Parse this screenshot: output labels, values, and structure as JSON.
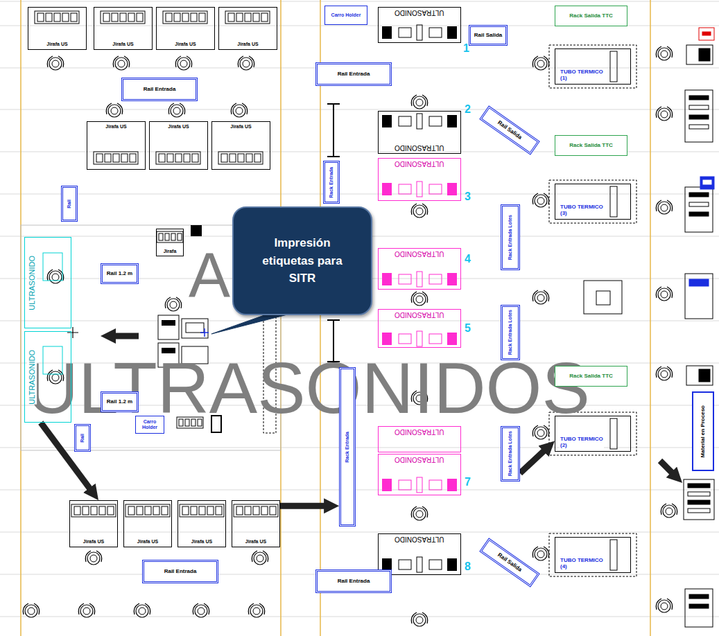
{
  "diagram": {
    "nodes": [
      {
        "text": [
          "Jirafa US"
        ]
      },
      {
        "text": [
          "Jirafa US"
        ]
      },
      {
        "text": [
          "Jirafa US"
        ]
      },
      {
        "text": [
          "Jirafa US"
        ]
      },
      {
        "text": [
          "Carro Holder"
        ]
      },
      {
        "text": [
          "ULTRASONIDO"
        ]
      },
      {
        "text": [
          "Rack Salida TTC"
        ]
      },
      {
        "text": [
          "Rail Salida"
        ]
      },
      {
        "text": [
          "TUBO TERMICO (1)"
        ]
      },
      {
        "text": [
          "Rail Entrada"
        ]
      },
      {
        "text": [
          "Rail Entrada"
        ]
      },
      {
        "text": [
          "Jirafa US"
        ]
      },
      {
        "text": [
          "Jirafa US"
        ]
      },
      {
        "text": [
          "Jirafa US"
        ]
      },
      {
        "text": [
          "ULTRASONIDO"
        ]
      },
      {
        "text": [
          "Rail Salida"
        ]
      },
      {
        "text": [
          "Rack Salida TTC"
        ]
      },
      {
        "text": [
          "ULTRASONIDO"
        ]
      },
      {
        "text": [
          "Rack Entrada"
        ]
      },
      {
        "text": [
          "Rail"
        ]
      },
      {
        "text": [
          "TUBO TERMICO (3)"
        ]
      },
      {
        "text": [
          "Rack Entrada Lotes"
        ]
      },
      {
        "text": [
          "Jirafa"
        ]
      },
      {
        "text": [
          "ULTRASONIDO"
        ]
      },
      {
        "text": [
          "Rail 1.2 m"
        ]
      },
      {
        "text": [
          "Impresión etiquetas para SITR"
        ]
      },
      {
        "text": [
          "ULTRASONIDO"
        ]
      },
      {
        "text": [
          "ULTRASONIDO"
        ]
      },
      {
        "text": [
          "Rack Entrada Lotes"
        ]
      },
      {
        "text": [
          "ULTRASONIDO"
        ]
      },
      {
        "text": [
          "Rack Salida TTC"
        ]
      },
      {
        "text": [
          "Rail 1.2 m"
        ]
      },
      {
        "text": [
          "Rack Entrada"
        ]
      },
      {
        "text": [
          "Carro Holder"
        ]
      },
      {
        "text": [
          "Rail"
        ]
      },
      {
        "text": [
          "ULTRASONIDO"
        ]
      },
      {
        "text": [
          "Rack Entrada Lotes"
        ]
      },
      {
        "text": [
          "TUBO TERMICO (2)"
        ]
      },
      {
        "text": [
          "Material en Proceso"
        ]
      },
      {
        "text": [
          "ULTRASONIDO"
        ]
      },
      {
        "text": [
          "Jirafa US"
        ]
      },
      {
        "text": [
          "Jirafa US"
        ]
      },
      {
        "text": [
          "Jirafa US"
        ]
      },
      {
        "text": [
          "Jirafa US"
        ]
      },
      {
        "text": [
          "ULTRASONIDO"
        ]
      },
      {
        "text": [
          "Rail Salida"
        ]
      },
      {
        "text": [
          "TUBO TERMICO (4)"
        ]
      },
      {
        "text": [
          "Rail Entrada"
        ]
      },
      {
        "text": [
          "Rail Entrada"
        ]
      }
    ],
    "edges": [
      {
        "from": 29,
        "to": 40,
        "arrow": "to"
      },
      {
        "from": 43,
        "to": 32,
        "arrow": "to"
      },
      {
        "from": 36,
        "to": 37,
        "arrow": "to"
      }
    ],
    "labels": [
      "1",
      "2",
      "3",
      "4",
      "5",
      "7",
      "8",
      "A",
      "ULTRASONIDOS"
    ]
  }
}
